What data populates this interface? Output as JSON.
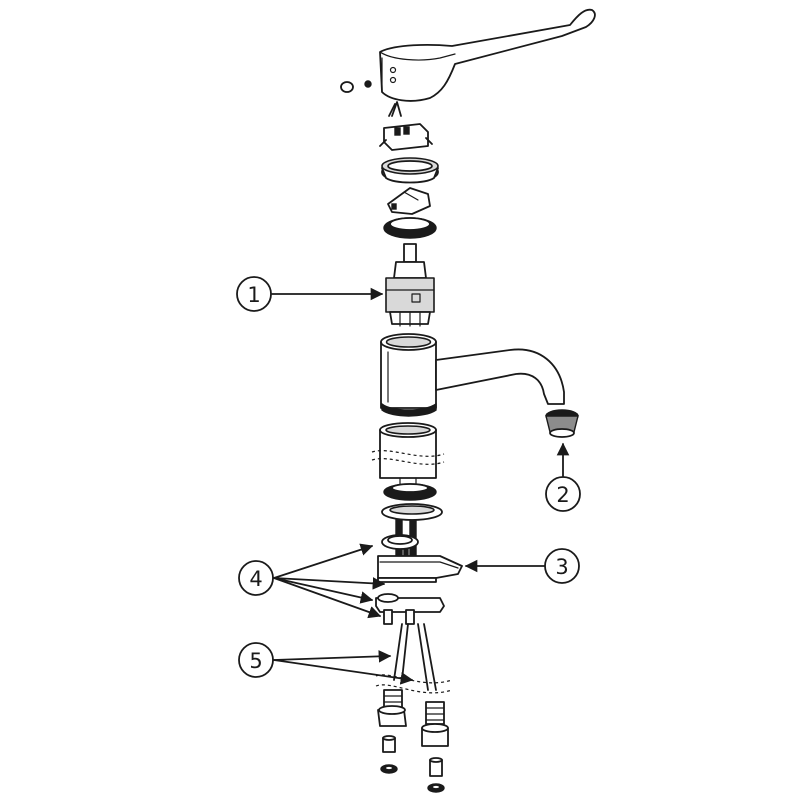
{
  "diagram": {
    "callouts": [
      {
        "id": "1",
        "label": "1"
      },
      {
        "id": "2",
        "label": "2"
      },
      {
        "id": "3",
        "label": "3"
      },
      {
        "id": "4",
        "label": "4"
      },
      {
        "id": "5",
        "label": "5"
      }
    ],
    "colors": {
      "ink": "#1a1a1a",
      "paper": "#ffffff",
      "shade": "#d9d9d9"
    }
  }
}
